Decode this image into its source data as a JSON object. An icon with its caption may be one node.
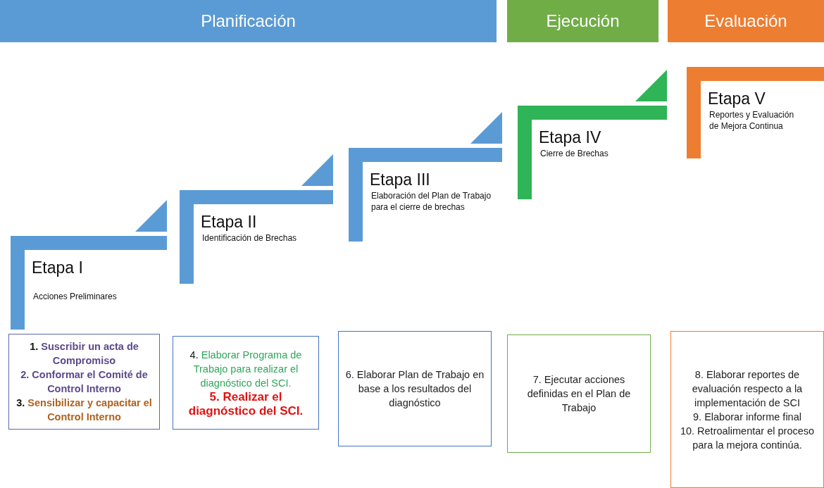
{
  "diagram": {
    "nodes": [
      {
        "text": [
          "Planificación"
        ]
      },
      {
        "text": [
          "Ejecución"
        ]
      },
      {
        "text": [
          "Evaluación"
        ]
      },
      {
        "text": [
          "Etapa I",
          "Acciones Preliminares"
        ]
      },
      {
        "text": [
          "Etapa II",
          "Identificación de Brechas"
        ]
      },
      {
        "text": [
          "Etapa III",
          "Elaboración del Plan de Trabajo para el cierre de brechas"
        ]
      },
      {
        "text": [
          "Etapa IV",
          "Cierre de Brechas"
        ]
      },
      {
        "text": [
          "Etapa V",
          "Reportes y Evaluación de Mejora Continua"
        ]
      },
      {
        "text": [
          "1. Suscribir un acta de Compromiso",
          "2. Conformar el Comité de Control Interno",
          "3. Sensibilizar y capacitar el Control Interno"
        ]
      },
      {
        "text": [
          "4. Elaborar Programa de Trabajo para realizar el diagnóstico del SCI.",
          "5. Realizar el diagnóstico del SCI."
        ]
      },
      {
        "text": [
          "6.  Elaborar Plan de Trabajo en base a los resultados del diagnóstico"
        ]
      },
      {
        "text": [
          "7. Ejecutar acciones definidas en el Plan de Trabajo"
        ]
      },
      {
        "text": [
          "8. Elaborar reportes de evaluación respecto a la implementación de SCI",
          "9. Elaborar informe final",
          "10. Retroalimentar el proceso para la mejora continúa."
        ]
      }
    ],
    "edges": []
  }
}
